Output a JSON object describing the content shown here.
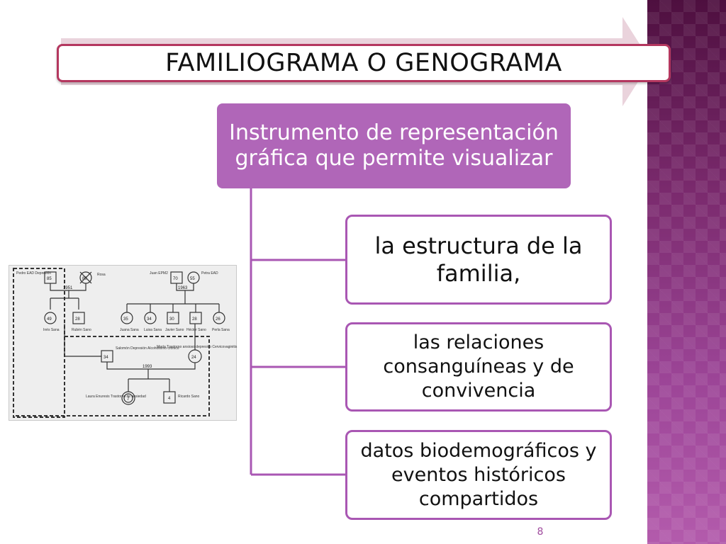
{
  "title": "FAMILIOGRAMA O GENOGRAMA",
  "top_box": "Instrumento de representación gráfica que permite visualizar",
  "items": [
    "la estructura de la familia,",
    "las relaciones consanguíneas y de convivencia",
    "datos biodemográficos y eventos históricos compartidos"
  ],
  "page_number": "8",
  "colors": {
    "accent_purple": "#b066b8",
    "box_border": "#a957b3",
    "title_border": "#b4375f",
    "band_dark": "#4e0f3f",
    "band_light": "#b35bac"
  },
  "genogram": {
    "year_marriage_1": "1951",
    "year_marriage_2": "1963",
    "year_marriage_3": "1993",
    "people": [
      {
        "label": "Pedro EAD Depresión",
        "age": "85"
      },
      {
        "label": "Rosa",
        "age": "80"
      },
      {
        "label": "Juan EPM2",
        "age": "70"
      },
      {
        "label": "Petra EAD",
        "age": "55"
      },
      {
        "label": "Inés Sana",
        "age": "49"
      },
      {
        "label": "Rubén Sano",
        "age": "28"
      },
      {
        "label": "Juana Sana",
        "age": "35"
      },
      {
        "label": "Luisa Sana",
        "age": "34"
      },
      {
        "label": "Javier Sano",
        "age": "30"
      },
      {
        "label": "Héctor Sano",
        "age": "28"
      },
      {
        "label": "Perla Sana",
        "age": "26"
      },
      {
        "label": "Salomón Depresión Alcoholismo crónico",
        "age": "34"
      },
      {
        "label": "María Trastorno ansioso depresivo Cervicovaginitis",
        "age": "24"
      },
      {
        "label": "Laura Enuresis Trastorno de ansiedad",
        "age": "7"
      },
      {
        "label": "Ricardo Sano",
        "age": "4"
      }
    ]
  }
}
